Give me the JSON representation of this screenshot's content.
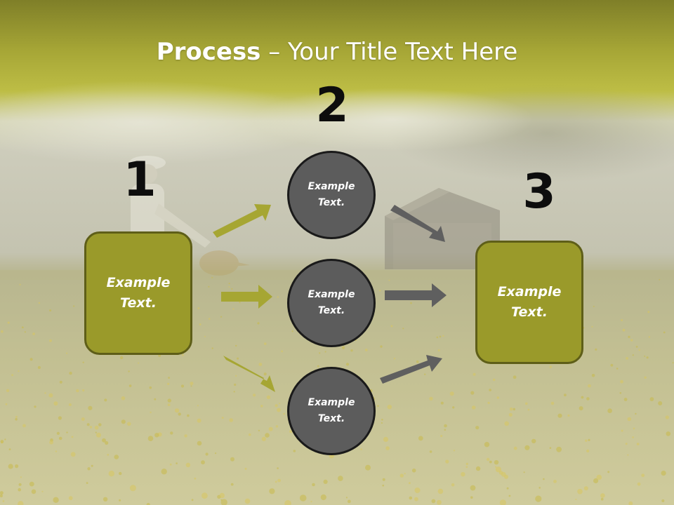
{
  "title": {
    "bold": "Process",
    "rest": " – Your Title Text Here"
  },
  "steps": [
    {
      "number": "1"
    },
    {
      "number": "2"
    },
    {
      "number": "3"
    }
  ],
  "left_box": {
    "line1": "Example",
    "line2": "Text."
  },
  "circles": [
    {
      "line1": "Example",
      "line2": "Text."
    },
    {
      "line1": "Example",
      "line2": "Text."
    },
    {
      "line1": "Example",
      "line2": "Text."
    }
  ],
  "right_box": {
    "line1": "Example",
    "line2": "Text."
  },
  "colors": {
    "accent_olive": "#9a9a2a",
    "arrow_olive": "#a6a633",
    "arrow_gray": "#5f5f5f",
    "circle_fill": "#5c5c5c",
    "title_band": "#b5b535"
  }
}
